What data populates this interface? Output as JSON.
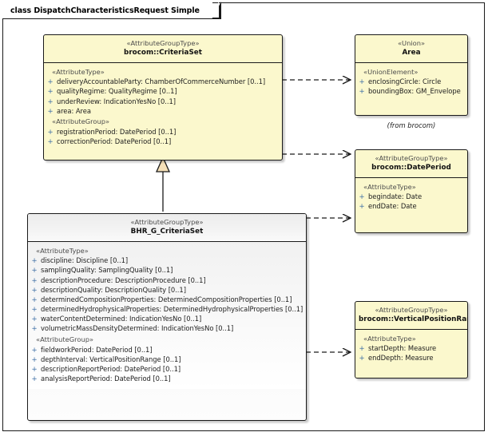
{
  "frame": {
    "title": "class DispatchCharacteristicsRequest Simple"
  },
  "colors": {
    "class_fill": "#fbf8cd",
    "class_fill_grey": "#f2f2f2",
    "border": "#1a1a1a",
    "visibility": "#3c6ea5",
    "stereotype_text": "#4b4b4b",
    "generalization_fill": "#f5e0b8"
  },
  "classes": [
    {
      "id": "criteriaset",
      "stereotype": "«AttributeGroupType»",
      "name": "brocom::CriteriaSet",
      "style": "yellow",
      "sections": [
        {
          "group": "«AttributeType»",
          "attributes": [
            {
              "visibility": "+",
              "text": "deliveryAccountableParty: ChamberOfCommerceNumber [0..1]"
            },
            {
              "visibility": "+",
              "text": "qualityRegime: QualityRegime [0..1]"
            },
            {
              "visibility": "+",
              "text": "underReview: IndicationYesNo [0..1]"
            },
            {
              "visibility": "+",
              "text": "area: Area"
            }
          ]
        },
        {
          "group": "«AttributeGroup»",
          "attributes": [
            {
              "visibility": "+",
              "text": "registrationPeriod: DatePeriod [0..1]"
            },
            {
              "visibility": "+",
              "text": "correctionPeriod: DatePeriod [0..1]"
            }
          ]
        }
      ]
    },
    {
      "id": "bhr",
      "stereotype": "«AttributeGroupType»",
      "name": "BHR_G_CriteriaSet",
      "style": "grey",
      "sections": [
        {
          "group": "«AttributeType»",
          "attributes": [
            {
              "visibility": "+",
              "text": "discipline: Discipline [0..1]"
            },
            {
              "visibility": "+",
              "text": "samplingQuality: SamplingQuality [0..1]"
            },
            {
              "visibility": "+",
              "text": "descriptionProcedure: DescriptionProcedure [0..1]"
            },
            {
              "visibility": "+",
              "text": "descriptionQuality: DescriptionQuality [0..1]"
            },
            {
              "visibility": "+",
              "text": "determinedCompositionProperties: DeterminedCompositionProperties [0..1]"
            },
            {
              "visibility": "+",
              "text": "determinedHydrophysicalProperties: DeterminedHydrophysicalProperties [0..1]"
            },
            {
              "visibility": "+",
              "text": "waterContentDetermined: IndicationYesNo [0..1]"
            },
            {
              "visibility": "+",
              "text": "volumetricMassDensityDetermined: IndicationYesNo [0..1]"
            }
          ]
        },
        {
          "group": "«AttributeGroup»",
          "attributes": [
            {
              "visibility": "+",
              "text": "fieldworkPeriod: DatePeriod [0..1]"
            },
            {
              "visibility": "+",
              "text": "depthInterval: VerticalPositionRange [0..1]"
            },
            {
              "visibility": "+",
              "text": "descriptionReportPeriod: DatePeriod [0..1]"
            },
            {
              "visibility": "+",
              "text": "analysisReportPeriod: DatePeriod [0..1]"
            }
          ]
        }
      ]
    },
    {
      "id": "area",
      "stereotype": "«Union»",
      "name": "Area",
      "style": "yellow",
      "note": "(from brocom)",
      "sections": [
        {
          "group": "«UnionElement»",
          "attributes": [
            {
              "visibility": "+",
              "text": "enclosingCircle: Circle"
            },
            {
              "visibility": "+",
              "text": "boundingBox: GM_Envelope"
            }
          ]
        }
      ]
    },
    {
      "id": "dateperiod",
      "stereotype": "«AttributeGroupType»",
      "name": "brocom::DatePeriod",
      "style": "yellow",
      "sections": [
        {
          "group": "«AttributeType»",
          "attributes": [
            {
              "visibility": "+",
              "text": "begindate: Date"
            },
            {
              "visibility": "+",
              "text": "endDate: Date"
            }
          ]
        }
      ]
    },
    {
      "id": "verticalpositionrange",
      "stereotype": "«AttributeGroupType»",
      "name": "brocom::VerticalPositionRange",
      "style": "yellow",
      "sections": [
        {
          "group": "«AttributeType»",
          "attributes": [
            {
              "visibility": "+",
              "text": "startDepth: Measure"
            },
            {
              "visibility": "+",
              "text": "endDepth: Measure"
            }
          ]
        }
      ]
    }
  ],
  "connectors": [
    {
      "type": "generalization",
      "from": "BHR_G_CriteriaSet",
      "to": "brocom::CriteriaSet"
    },
    {
      "type": "dependency",
      "from": "brocom::CriteriaSet",
      "to": "Area"
    },
    {
      "type": "dependency",
      "from": "brocom::CriteriaSet",
      "to": "brocom::DatePeriod"
    },
    {
      "type": "dependency",
      "from": "BHR_G_CriteriaSet",
      "to": "brocom::DatePeriod"
    },
    {
      "type": "dependency",
      "from": "BHR_G_CriteriaSet",
      "to": "brocom::VerticalPositionRange"
    }
  ]
}
